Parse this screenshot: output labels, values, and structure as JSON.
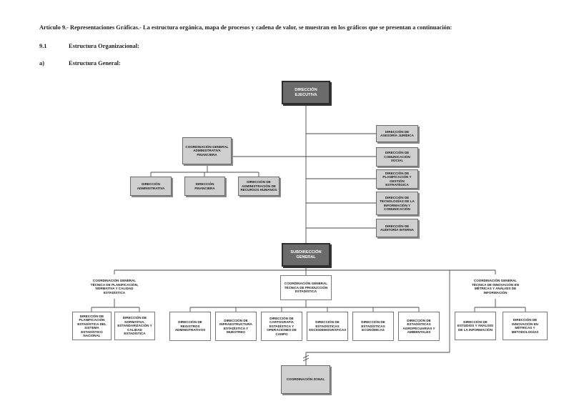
{
  "header": {
    "article": "Artículo 9.- Representaciones Gráficas.- La estructura orgánica, mapa de procesos y cadena de valor, se muestran en los gráficos que se presentan a continuación:",
    "section_number": "9.1",
    "section_title": "Estructura Organizacional:",
    "sub_letter": "a)",
    "sub_title": "Estructura General:"
  },
  "org": {
    "direccion_ejecutiva": "DIRECCIÓN EJECUTIVA",
    "coord_admin": "COORDINACIÓN GENERAL ADMINISTRATIVA FINANCIERA",
    "dir_administrativa": "DIRECCIÓN ADMINISTRATIVA",
    "dir_financiera": "DIRECCIÓN FINANCIERA",
    "dir_talento": "DIRECCIÓN DE ADMINISTRACIÓN DE RECURSOS HUMANOS",
    "dir_asesoria": "DIRECCIÓN DE ASESORÍA JURÍDICA",
    "dir_comunicacion": "DIRECCIÓN DE COMUNICACIÓN SOCIAL",
    "dir_planificacion": "DIRECCIÓN DE PLANIFICACIÓN Y GESTIÓN ESTRATÉGICA",
    "dir_tic": "DIRECCIÓN DE TECNOLOGÍAS DE LA INFORMACIÓN Y COMUNICACIÓN",
    "dir_auditoria": "DIRECCIÓN DE AUDITORÍA INTERNA",
    "subdireccion": "SUBDIRECCIÓN GENERAL",
    "coord_planificacion": "COORDINACIÓN GENERAL TÉCNICA DE PLANIFICACIÓN, NORMATIVA Y CALIDAD ESTADÍSTICA",
    "dir_planificacion_est": "DIRECCIÓN DE PLANIFICACIÓN ESTADÍSTICA DEL SISTEMA ESTADÍSTICO NACIONAL",
    "dir_normativa": "DIRECCIÓN DE NORMATIVA, ESTANDARIZACIÓN Y CALIDAD ESTADÍSTICA",
    "coord_produccion": "COORDINACIÓN GENERAL TÉCNICA DE PRODUCCIÓN ESTADÍSTICA",
    "dir_registros": "DIRECCIÓN DE REGISTROS ADMINISTRATIVOS",
    "dir_infraestructura": "DIRECCIÓN DE INFRAESTRUCTURA ESTADÍSTICA Y MUESTREO",
    "dir_cartografia": "DIRECCIÓN DE CARTOGRAFÍA ESTADÍSTICA Y OPERACIONES DE CAMPO",
    "dir_sociodemo": "DIRECCIÓN DE ESTADÍSTICAS SOCIODEMOGRÁFICAS",
    "dir_economicas": "DIRECCIÓN DE ESTADÍSTICAS ECONÓMICAS",
    "dir_agro": "DIRECCIÓN DE ESTADÍSTICAS AGROPECUARIAS Y AMBIENTALES",
    "coord_innovacion": "COORDINACIÓN GENERAL TÉCNICA DE INNOVACIÓN EN MÉTRICAS Y ANÁLISIS DE INFORMACIÓN",
    "dir_estudios": "DIRECCIÓN DE ESTUDIOS Y ANÁLISIS DE LA INFORMACIÓN",
    "dir_innovacion": "DIRECCIÓN DE INNOVACIÓN EN MÉTRICAS Y METODOLOGÍAS",
    "coord_zonal": "COORDINACIÓN ZONAL"
  }
}
